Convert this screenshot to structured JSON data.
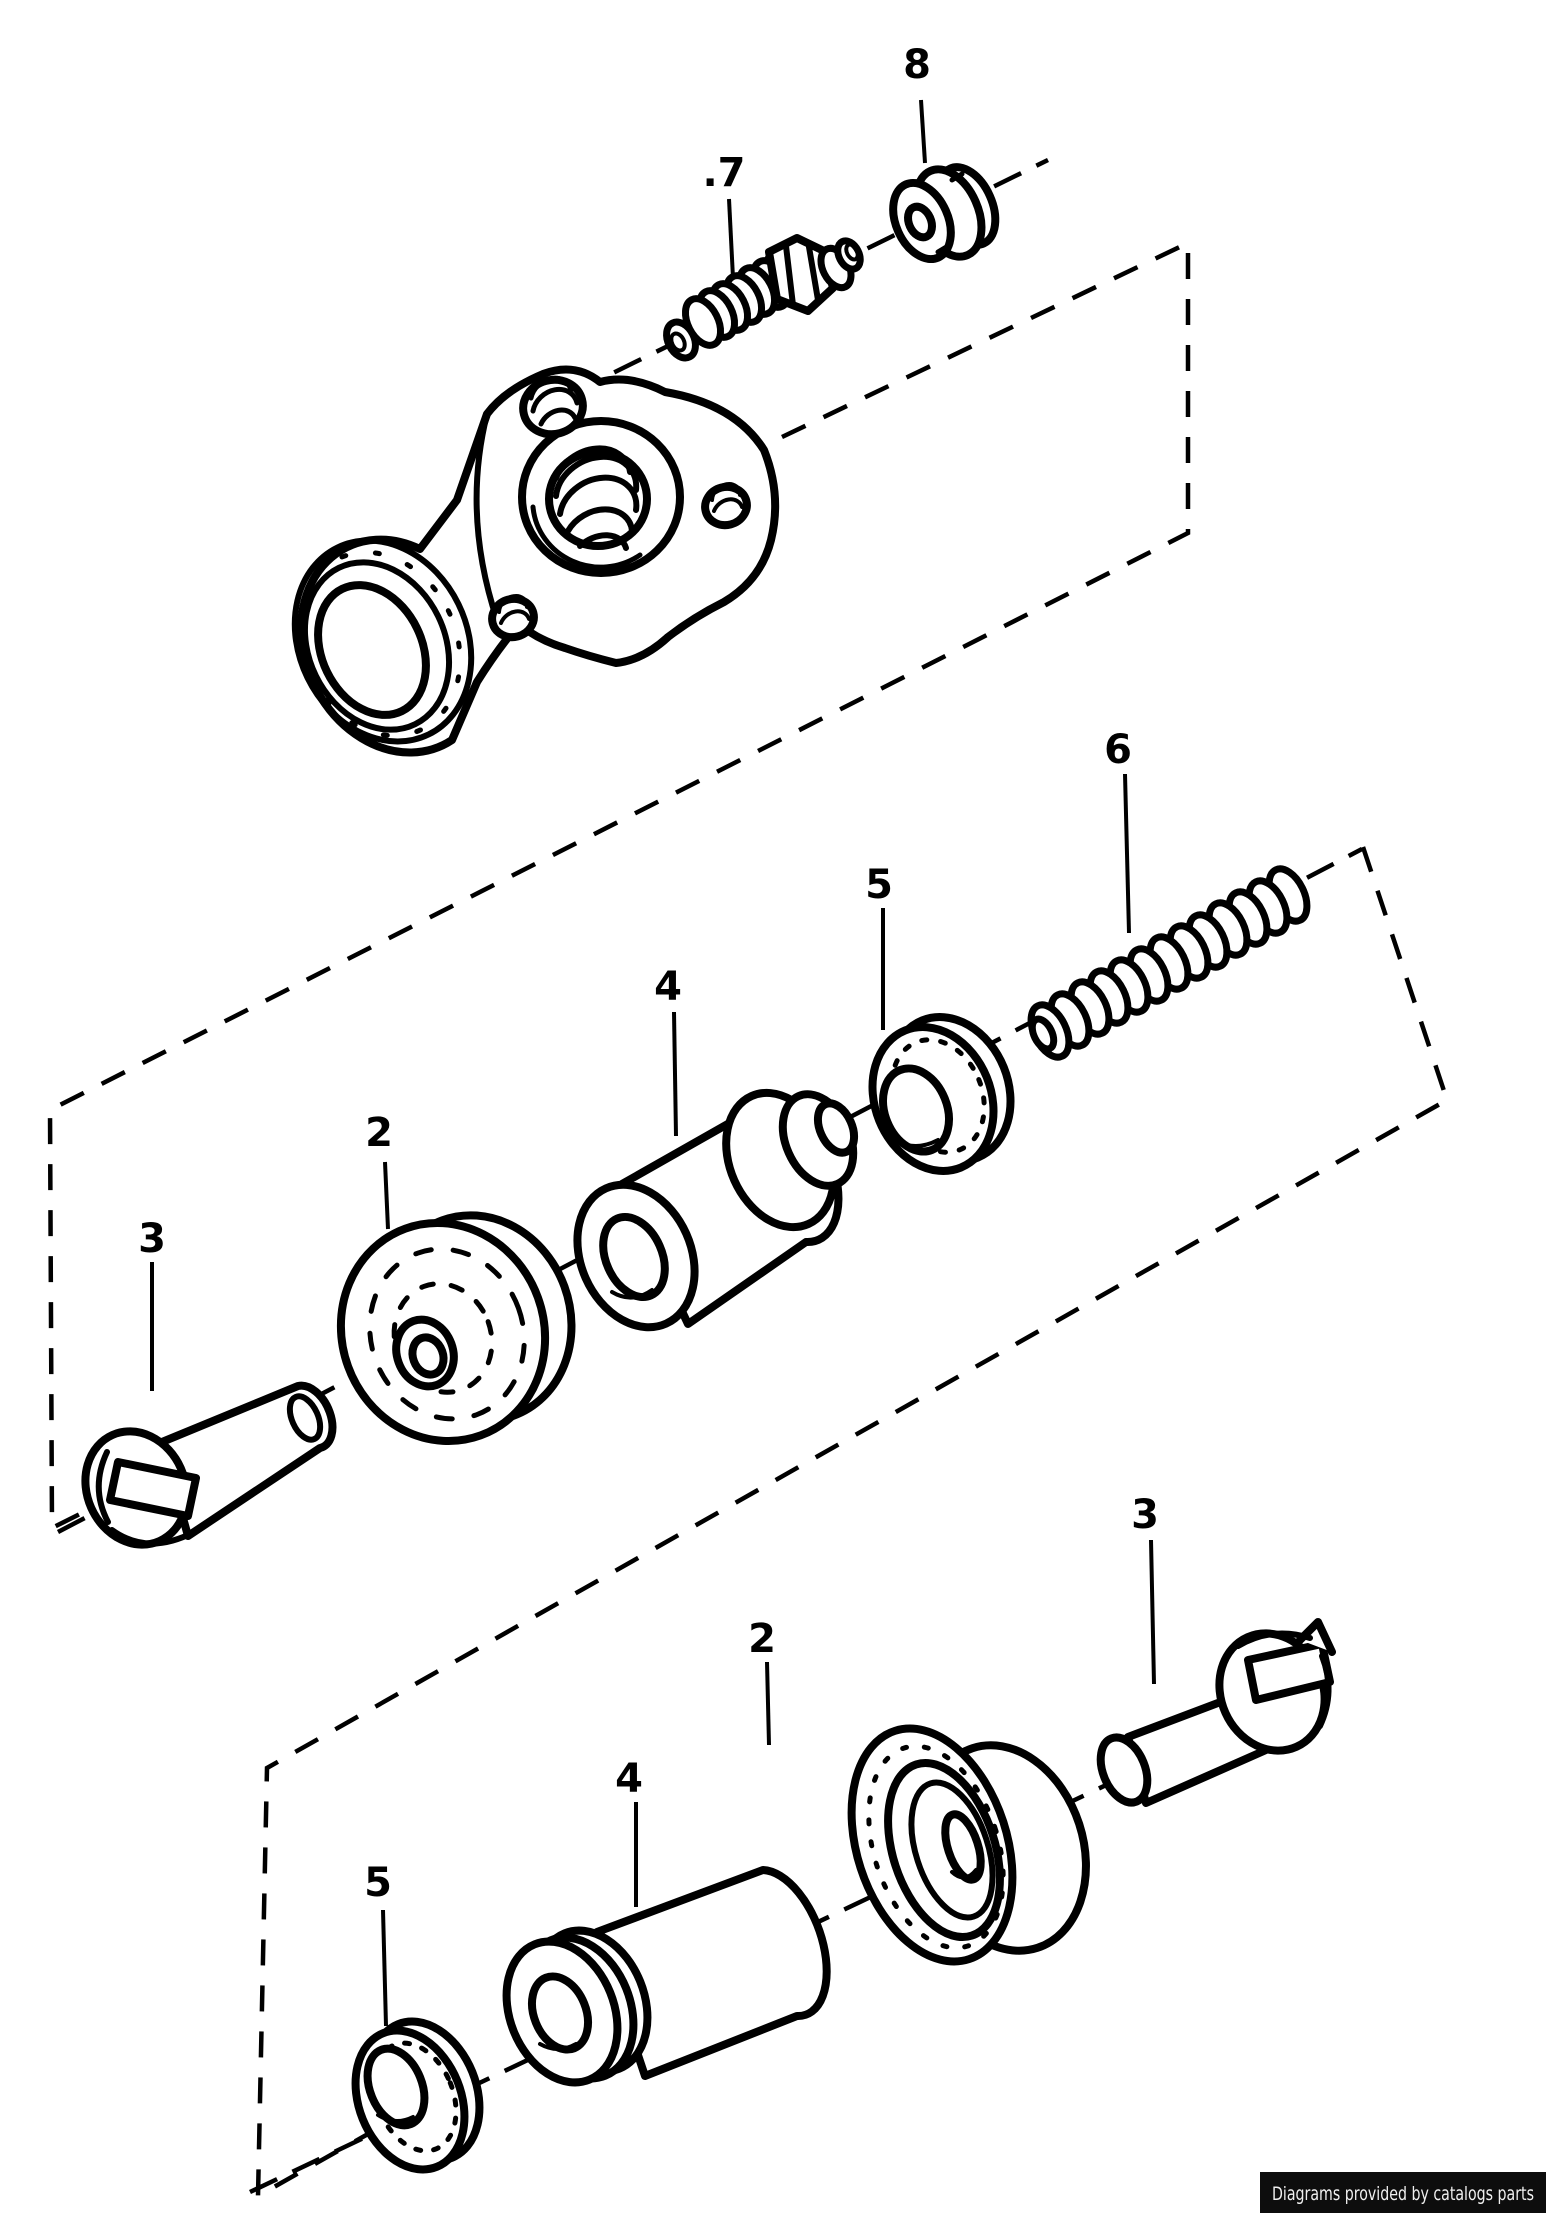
{
  "page": {
    "background": "#ffffff",
    "ink": "#000000"
  },
  "badge": {
    "text": "Diagrams provided by catalogs parts",
    "bg": "#0d0d0d",
    "fg": "#f0f0f0"
  },
  "callouts": [
    {
      "part": "8",
      "text": "8",
      "group": "top"
    },
    {
      "part": "7",
      "text": ".7",
      "group": "top"
    },
    {
      "part": "6",
      "text": "6",
      "group": "middle"
    },
    {
      "part": "5",
      "text": "5",
      "group": "middle"
    },
    {
      "part": "4",
      "text": "4",
      "group": "middle"
    },
    {
      "part": "2",
      "text": "2",
      "group": "middle"
    },
    {
      "part": "3",
      "text": "3",
      "group": "middle"
    },
    {
      "part": "3",
      "text": "3",
      "group": "bottom"
    },
    {
      "part": "2",
      "text": "2",
      "group": "bottom"
    },
    {
      "part": "4",
      "text": "4",
      "group": "bottom"
    },
    {
      "part": "5",
      "text": "5",
      "group": "bottom"
    }
  ]
}
